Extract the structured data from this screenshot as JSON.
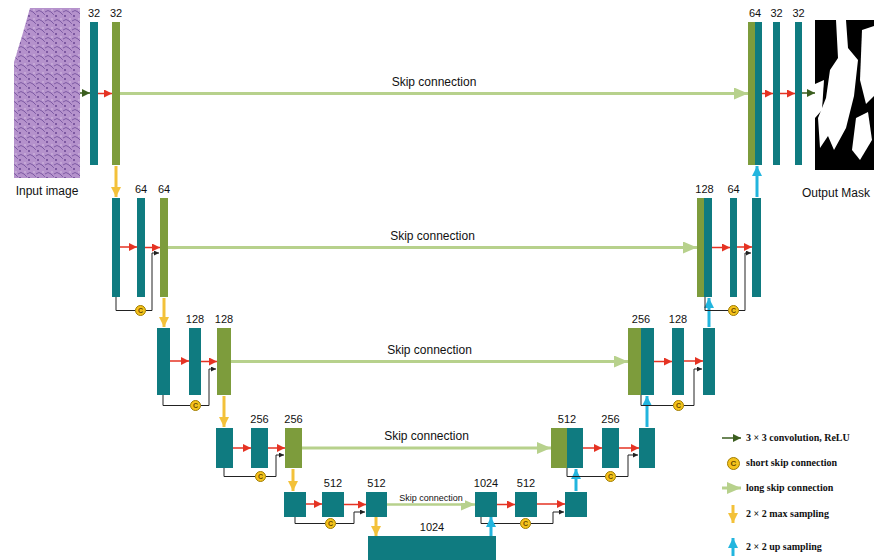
{
  "diagram": {
    "nodes": [
      {
        "text": [
          "32"
        ]
      },
      {
        "text": [
          "32"
        ]
      },
      {
        "text": [
          "64"
        ]
      },
      {
        "text": [
          "32"
        ]
      },
      {
        "text": [
          "32"
        ]
      },
      {
        "text": [
          "64"
        ]
      },
      {
        "text": [
          "64"
        ]
      },
      {
        "text": [
          "128"
        ]
      },
      {
        "text": [
          "64"
        ]
      },
      {
        "text": [
          "C"
        ]
      },
      {
        "text": [
          "C"
        ]
      },
      {
        "text": [
          "128"
        ]
      },
      {
        "text": [
          "128"
        ]
      },
      {
        "text": [
          "256"
        ]
      },
      {
        "text": [
          "128"
        ]
      },
      {
        "text": [
          "C"
        ]
      },
      {
        "text": [
          "C"
        ]
      },
      {
        "text": [
          "256"
        ]
      },
      {
        "text": [
          "256"
        ]
      },
      {
        "text": [
          "512"
        ]
      },
      {
        "text": [
          "256"
        ]
      },
      {
        "text": [
          "C"
        ]
      },
      {
        "text": [
          "C"
        ]
      },
      {
        "text": [
          "512"
        ]
      },
      {
        "text": [
          "512"
        ]
      },
      {
        "text": [
          "1024"
        ]
      },
      {
        "text": [
          "512"
        ]
      },
      {
        "text": [
          "C"
        ]
      },
      {
        "text": [
          "C"
        ]
      },
      {
        "text": [
          "1024"
        ]
      }
    ],
    "edges": [
      {
        "from": 1,
        "to": 2,
        "arrow": "to",
        "label": "Skip connection"
      },
      {
        "from": 6,
        "to": 7,
        "arrow": "to",
        "label": "Skip connection"
      },
      {
        "from": 12,
        "to": 13,
        "arrow": "to",
        "label": "Skip connection"
      },
      {
        "from": 18,
        "to": 19,
        "arrow": "to",
        "label": "Skip connection"
      },
      {
        "from": 24,
        "to": 25,
        "arrow": "to",
        "label": "Skip connection"
      },
      {
        "from": 0,
        "to": 1,
        "arrow": "to"
      },
      {
        "from": 2,
        "to": 3,
        "arrow": "to"
      },
      {
        "from": 3,
        "to": 4,
        "arrow": "to"
      },
      {
        "from": 5,
        "to": 6,
        "arrow": "to"
      },
      {
        "from": 7,
        "to": 8,
        "arrow": "to"
      },
      {
        "from": 11,
        "to": 12,
        "arrow": "to"
      },
      {
        "from": 13,
        "to": 14,
        "arrow": "to"
      },
      {
        "from": 17,
        "to": 18,
        "arrow": "to"
      },
      {
        "from": 19,
        "to": 20,
        "arrow": "to"
      },
      {
        "from": 23,
        "to": 24,
        "arrow": "to"
      },
      {
        "from": 25,
        "to": 26,
        "arrow": "to"
      },
      {
        "from": 24,
        "to": 29,
        "arrow": "to"
      },
      {
        "from": 29,
        "to": 25,
        "arrow": "to"
      }
    ],
    "labels": [
      "Input image",
      "Output Mask",
      "C"
    ],
    "legend": [
      {
        "text": "3 × 3 convolution, ReLU"
      },
      {
        "text": "short skip connection"
      },
      {
        "text": "long skip connection"
      },
      {
        "text": "2 × 2 max sampling"
      },
      {
        "text": "2 × 2 up sampling"
      }
    ]
  }
}
